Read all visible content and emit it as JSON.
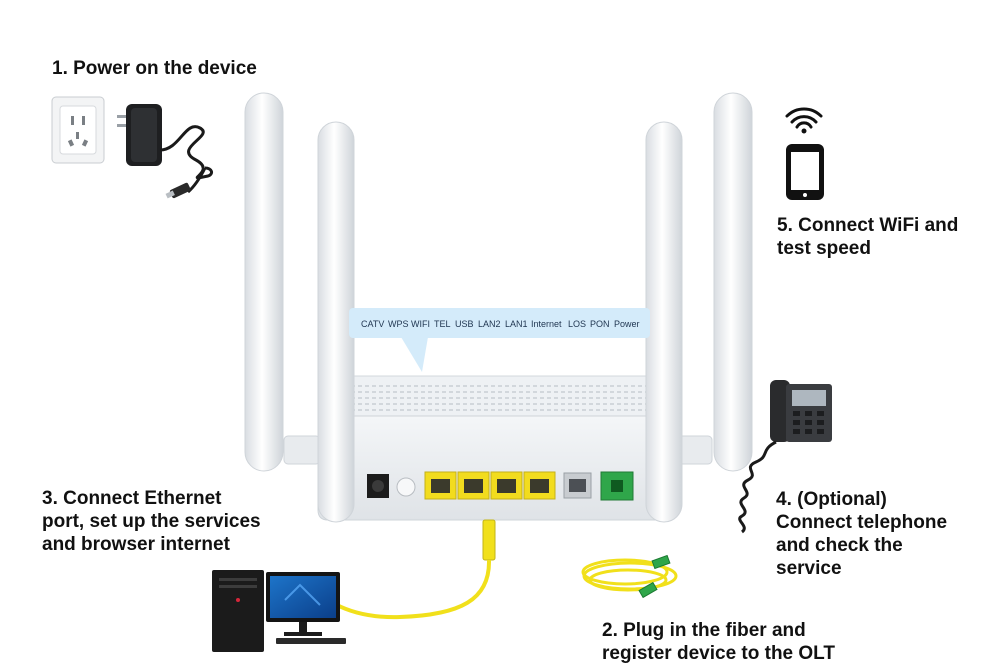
{
  "steps": {
    "power": "1. Power on the device",
    "fiber": [
      "2. Plug in the fiber and",
      "register device to the OLT"
    ],
    "ethernet": [
      "3. Connect Ethernet",
      "port, set up the services",
      "and browser internet"
    ],
    "telephone": [
      "4. (Optional)",
      "Connect telephone",
      "and check the",
      "service"
    ],
    "wifi": [
      "5. Connect WiFi and",
      "test speed"
    ]
  },
  "indicator_labels": [
    "CATV",
    "WPS",
    "WIFI",
    "TEL",
    "USB",
    "LAN2",
    "LAN1",
    "Internet",
    "LOS",
    "PON",
    "Power"
  ],
  "icons": {
    "outlet": "wall-outlet-icon",
    "adapter": "power-adapter-icon",
    "wifi": "wifi-icon",
    "phone": "smartphone-icon",
    "desk_phone": "desk-telephone-icon",
    "computer": "desktop-computer-icon",
    "fiber": "fiber-cable-icon",
    "ethernet": "ethernet-cable-icon"
  },
  "colors": {
    "callout": "#d4ebfa",
    "lan_port": "#f2dc1e",
    "pon_port": "#2fa64a",
    "cable_yellow": "#f1e01b"
  }
}
